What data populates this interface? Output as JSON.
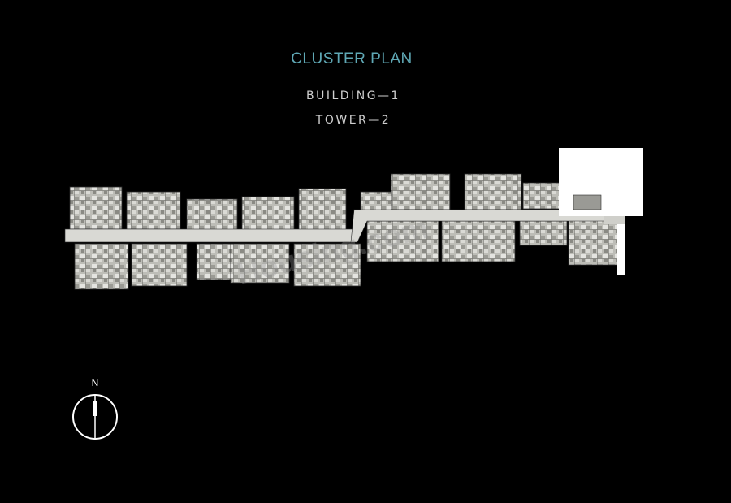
{
  "title": "CLUSTER PLAN",
  "subtitle_building": "BUILDING—1",
  "subtitle_tower": "TOWER—2",
  "compass_label": "N",
  "watermark": "Housing.com",
  "colors": {
    "background": "#000000",
    "title": "#5fa8b5",
    "subtitle": "#cfcfcf",
    "plan_fill": "#bcbcb6",
    "corridor": "#d9d9d4",
    "core": "#ffffff"
  }
}
